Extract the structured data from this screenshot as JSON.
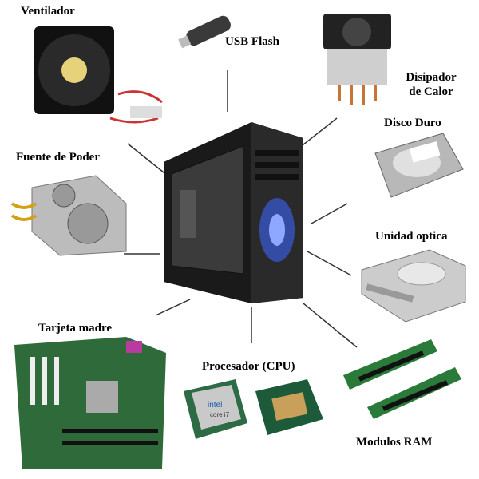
{
  "labels": {
    "fan": "Ventilador",
    "usb": "USB Flash",
    "heatsink_1": "Disipador",
    "heatsink_2": "de Calor",
    "hdd": "Disco Duro",
    "psu": "Fuente de Poder",
    "optical": "Unidad optica",
    "motherboard": "Tarjeta madre",
    "cpu": "Procesador (CPU)",
    "ram": "Modulos RAM"
  },
  "cpu_chip_text": {
    "brand": "intel",
    "model": "core i7"
  },
  "colors": {
    "connector": "#333333",
    "case": "#1a1a1a",
    "case_light": "#3a5bd9",
    "pcb_green": "#2f6b3a"
  }
}
